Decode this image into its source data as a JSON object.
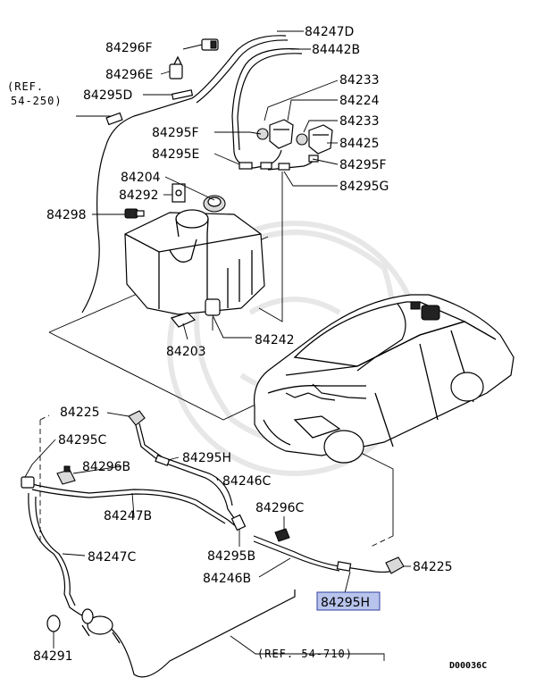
{
  "labels": {
    "l_84247D": "84247D",
    "l_84296F": "84296F",
    "l_84442B": "84442B",
    "l_84296E": "84296E",
    "l_84233a": "84233",
    "l_84295D": "84295D",
    "l_84224": "84224",
    "l_84233b": "84233",
    "l_84295F_l": "84295F",
    "l_84425": "84425",
    "l_84295E": "84295E",
    "l_84295F_r": "84295F",
    "l_84204": "84204",
    "l_84295G": "84295G",
    "l_84292": "84292",
    "l_84298": "84298",
    "l_84203": "84203",
    "l_84242": "84242",
    "l_84225_t": "84225",
    "l_84295C": "84295C",
    "l_84295H_t": "84295H",
    "l_84296B": "84296B",
    "l_84246C": "84246C",
    "l_84247B": "84247B",
    "l_84296C": "84296C",
    "l_84247C": "84247C",
    "l_84295B": "84295B",
    "l_84225_b": "84225",
    "l_84246B": "84246B",
    "l_84295H_hl": "84295H",
    "l_84291": "84291"
  },
  "refs": {
    "ref_top_line1": "(REF.",
    "ref_top_line2": "54-250)",
    "ref_bottom": "(REF. 54-710)"
  },
  "diagram_code": "D00036C",
  "colors": {
    "highlight_fill": "#b8c4ec",
    "highlight_stroke": "#3040a0",
    "line": "#000000"
  }
}
